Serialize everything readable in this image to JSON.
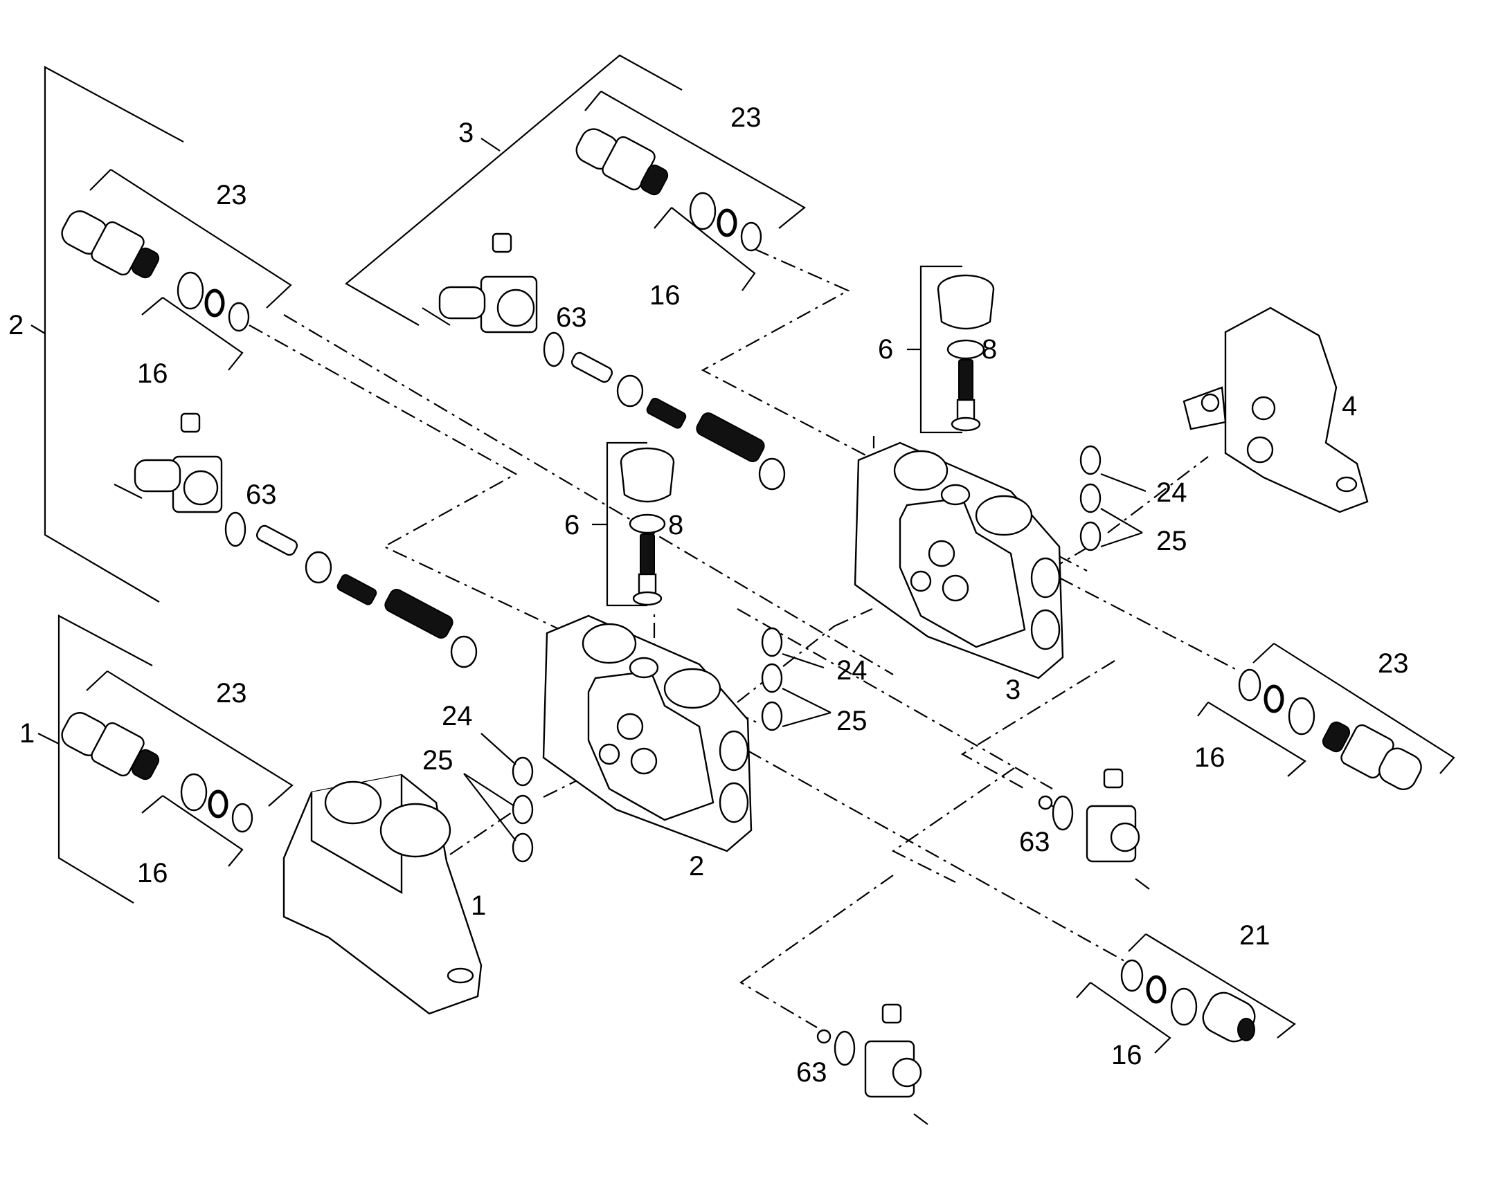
{
  "callouts": {
    "a2": "2",
    "a3": "3",
    "a1": "1",
    "l23_top": "23",
    "l16_top": "16",
    "l23_left": "23",
    "l16_left": "16",
    "l63_a": "63",
    "l63_b": "63",
    "l6_a": "6",
    "l8_a": "8",
    "l6_b": "6",
    "l8_b": "8",
    "l4": "4",
    "l24_a": "24",
    "l25_a": "25",
    "l24_b": "24",
    "l25_b": "25",
    "l24_c": "24",
    "l25_c": "25",
    "l23_low": "23",
    "l16_low": "16",
    "l1_body": "1",
    "l2_body": "2",
    "l3_body": "3",
    "l23_right": "23",
    "l16_right": "16",
    "l63_c": "63",
    "l21": "21",
    "l16_bot": "16",
    "l63_d": "63"
  }
}
